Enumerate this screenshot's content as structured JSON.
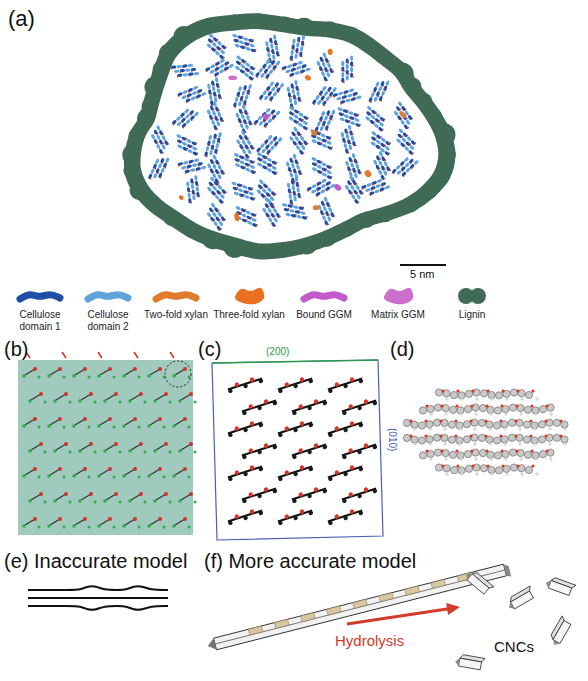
{
  "diagram": {
    "labels": [
      "(a)",
      "5 nm",
      "(b)",
      "(c)",
      "(200)",
      "(010)",
      "(d)",
      "(e) Inaccurate model",
      "(f) More accurate model",
      "Hydrolysis",
      "CNCs"
    ],
    "legend": [
      {
        "text": "Cellulose domain 1",
        "color": "#1f4ea6"
      },
      {
        "text": "Cellulose domain 2",
        "color": "#5fa3dd"
      },
      {
        "text": "Two-fold xylan",
        "color": "#e07b2c"
      },
      {
        "text": "Three-fold xylan",
        "color": "#e8701e"
      },
      {
        "text": "Bound GGM",
        "color": "#c25bc9"
      },
      {
        "text": "Matrix GGM",
        "color": "#cc6fcc"
      },
      {
        "text": "Lignin",
        "color": "#3f6b56"
      }
    ]
  }
}
